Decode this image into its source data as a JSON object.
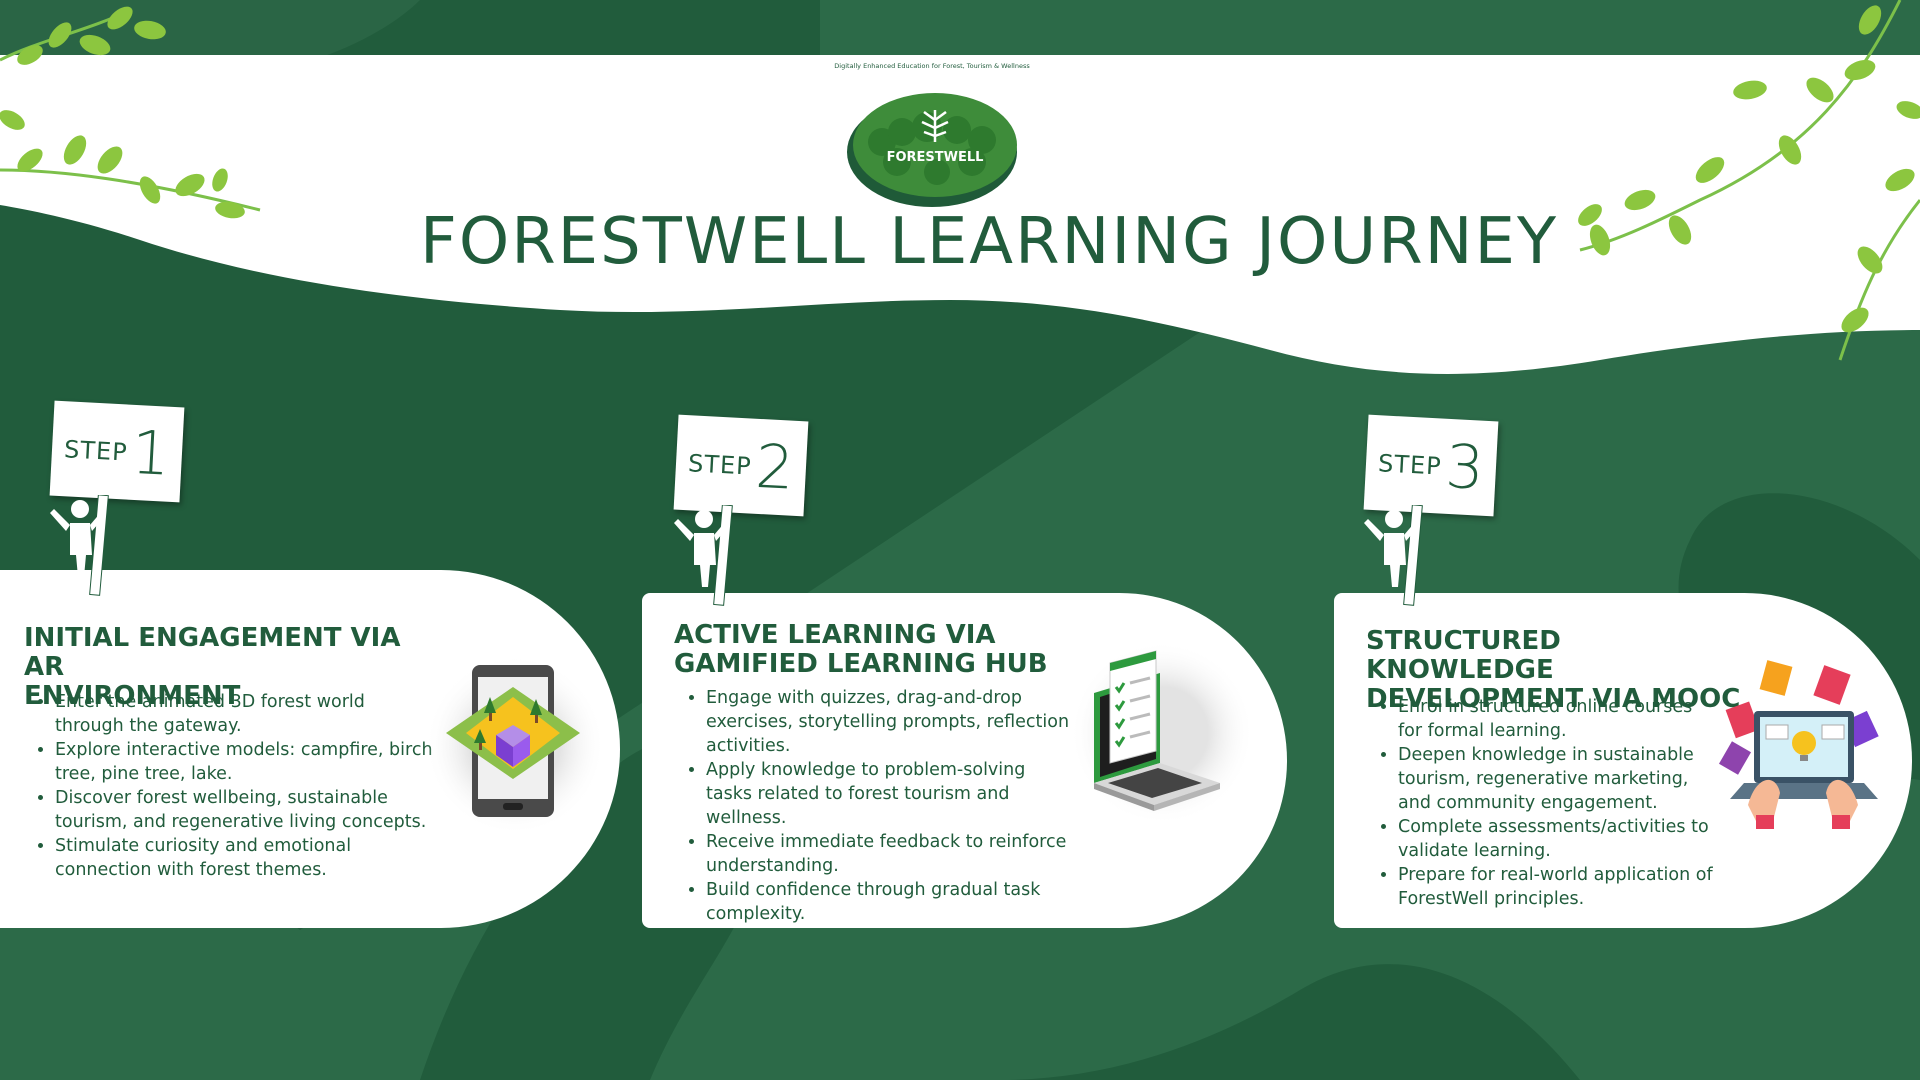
{
  "header": {
    "title": "FORESTWELL LEARNING JOURNEY",
    "logo_text": "FORESTWELL",
    "logo_tagline": "Digitally Enhanced Education for Forest, Tourism & Wellness"
  },
  "colors": {
    "dark_green": "#215c3c",
    "mid_green": "#2c6a48",
    "white": "#ffffff",
    "leaf_green": "#8cc63f"
  },
  "steps": [
    {
      "step_label": "STEP",
      "number": "1",
      "heading_line1": "INITIAL ENGAGEMENT VIA AR",
      "heading_line2": "ENVIRONMENT",
      "icon": "ar-smartphone-icon",
      "bullets": [
        "Enter the animated 3D forest world through the gateway.",
        "Explore interactive models: campfire, birch tree, pine tree, lake.",
        "Discover forest wellbeing, sustainable tourism, and regenerative living concepts.",
        "Stimulate curiosity and emotional connection with forest themes."
      ]
    },
    {
      "step_label": "STEP",
      "number": "2",
      "heading_line1": "ACTIVE LEARNING VIA",
      "heading_line2": "GAMIFIED LEARNING HUB",
      "icon": "laptop-checklist-icon",
      "bullets": [
        "Engage with quizzes, drag-and-drop exercises, storytelling prompts, reflection activities.",
        "Apply knowledge to problem-solving tasks related to forest tourism and wellness.",
        "Receive immediate feedback to reinforce understanding.",
        "Build confidence through gradual task complexity."
      ]
    },
    {
      "step_label": "STEP",
      "number": "3",
      "heading_line1": "STRUCTURED KNOWLEDGE",
      "heading_line2": "DEVELOPMENT VIA MOOC",
      "icon": "online-course-laptop-icon",
      "bullets": [
        "Enrol in structured online courses for formal learning.",
        "Deepen knowledge in sustainable tourism, regenerative marketing, and community engagement.",
        "Complete assessments/activities to validate learning.",
        "Prepare for real-world application of ForestWell principles."
      ]
    }
  ]
}
